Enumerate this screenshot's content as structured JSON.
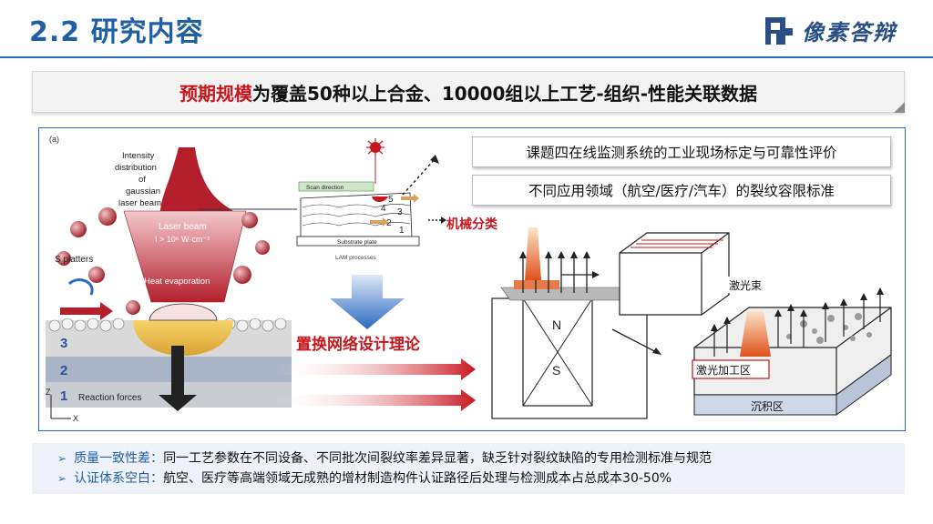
{
  "header": {
    "title": "2.2 研究内容",
    "logo_text": "像素答辩"
  },
  "banner": {
    "highlight": "预期规模",
    "text": "为覆盖50种以上合金、10000组以上工艺-组织-性能关联数据"
  },
  "topics": [
    "课题四在线监测系统的工业现场标定与可靠性评价",
    "不同应用领域（航空/医疗/汽车）的裂纹容限标准"
  ],
  "labels": {
    "mechanical_classification": "机械分类",
    "replacement_network": "置换网络设计理论"
  },
  "figure_left": {
    "panel": "(a)",
    "intensity_lines": [
      "Intensity",
      "distribution",
      "of",
      "gaussian",
      "laser beam"
    ],
    "laser_beam_line1": "Laser beam",
    "laser_beam_line2": "I > 10⁶ W·cm⁻²",
    "s_platters": "S platters",
    "heat_evaporation": "Heat evaporation",
    "layer_numbers": [
      "3",
      "2",
      "1"
    ],
    "reaction_forces": "Reaction forces",
    "axis_z": "Z",
    "axis_x": "X"
  },
  "figure_mid": {
    "scan_direction": "Scan direction",
    "layers": [
      "5",
      "4",
      "3",
      "2",
      "1"
    ],
    "substrate": "Substrate plate",
    "caption": "LAM processes"
  },
  "figure_right": {
    "magnet_n": "N",
    "magnet_s": "S",
    "laser_beam": "激光束",
    "laser_zone": "激光加工区",
    "deposition_zone": "沉积区"
  },
  "notes": [
    {
      "key": "质量一致性差：",
      "text": "同一工艺参数在不同设备、不同批次间裂纹率差异显著，缺乏针对裂纹缺陷的专用检测标准与规范"
    },
    {
      "key": "认证体系空白：",
      "text": "航空、医疗等高端领域无成熟的增材制造构件认证路径后处理与检测成本占总成本30-50%"
    }
  ]
}
